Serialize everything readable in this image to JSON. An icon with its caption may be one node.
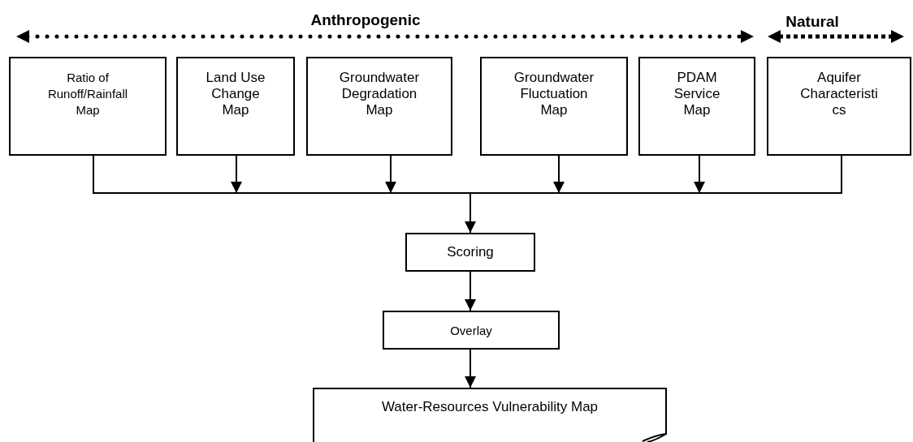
{
  "diagram": {
    "nodes": [
      {
        "text": [
          "Ratio of Runoff/Rainfall Map"
        ]
      },
      {
        "text": [
          "Land Use Change Map"
        ]
      },
      {
        "text": [
          "Groundwater Degradation Map"
        ]
      },
      {
        "text": [
          "Groundwater Fluctuation Map"
        ]
      },
      {
        "text": [
          "PDAM Service Map"
        ]
      },
      {
        "text": [
          "Aquifer Characteristi cs"
        ]
      },
      {
        "text": [
          "Scoring"
        ]
      },
      {
        "text": [
          "Overlay"
        ]
      },
      {
        "text": [
          "Water-Resources Vulnerability Map"
        ]
      }
    ],
    "edges": [
      {
        "from": 0,
        "to": 6,
        "arrow": "to"
      },
      {
        "from": 1,
        "to": 6,
        "arrow": "to"
      },
      {
        "from": 2,
        "to": 6,
        "arrow": "to"
      },
      {
        "from": 3,
        "to": 6,
        "arrow": "to"
      },
      {
        "from": 4,
        "to": 6,
        "arrow": "to"
      },
      {
        "from": 5,
        "to": 6,
        "arrow": "to"
      },
      {
        "from": 6,
        "to": 7,
        "arrow": "to"
      },
      {
        "from": 7,
        "to": 8,
        "arrow": "to"
      }
    ],
    "labels": [
      "Anthropogenic",
      "Natural"
    ]
  }
}
